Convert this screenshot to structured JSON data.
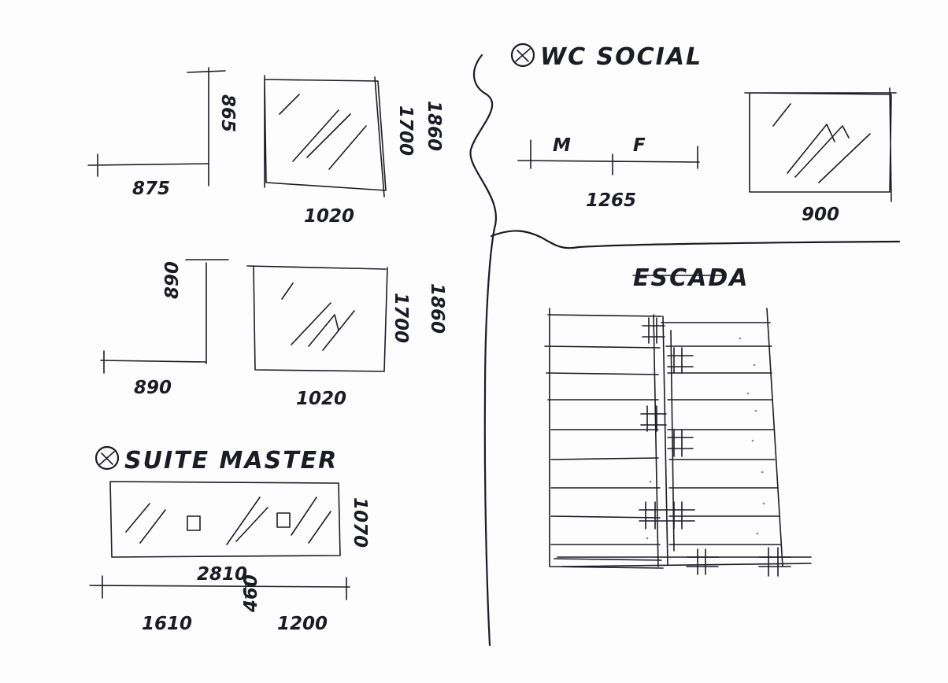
{
  "wc_social": {
    "heading": "WC SOCIAL",
    "label_m": "M",
    "label_f": "F",
    "width_dim": "1265",
    "window_width": "900"
  },
  "bath_1": {
    "horizontal_dim": "875",
    "vertical_dim": "865",
    "window_width": "1020",
    "window_height": "1700",
    "sill_height": "1860"
  },
  "bath_2": {
    "horizontal_dim": "890",
    "vertical_dim": "890",
    "window_width": "1020",
    "window_height": "1700",
    "sill_height": "1860"
  },
  "suite_master": {
    "heading": "SUITE MASTER",
    "window_width": "2810",
    "window_height": "1070",
    "left_dim": "1610",
    "center_dim": "460",
    "right_dim": "1200"
  },
  "escada": {
    "heading": "ESCADA"
  }
}
